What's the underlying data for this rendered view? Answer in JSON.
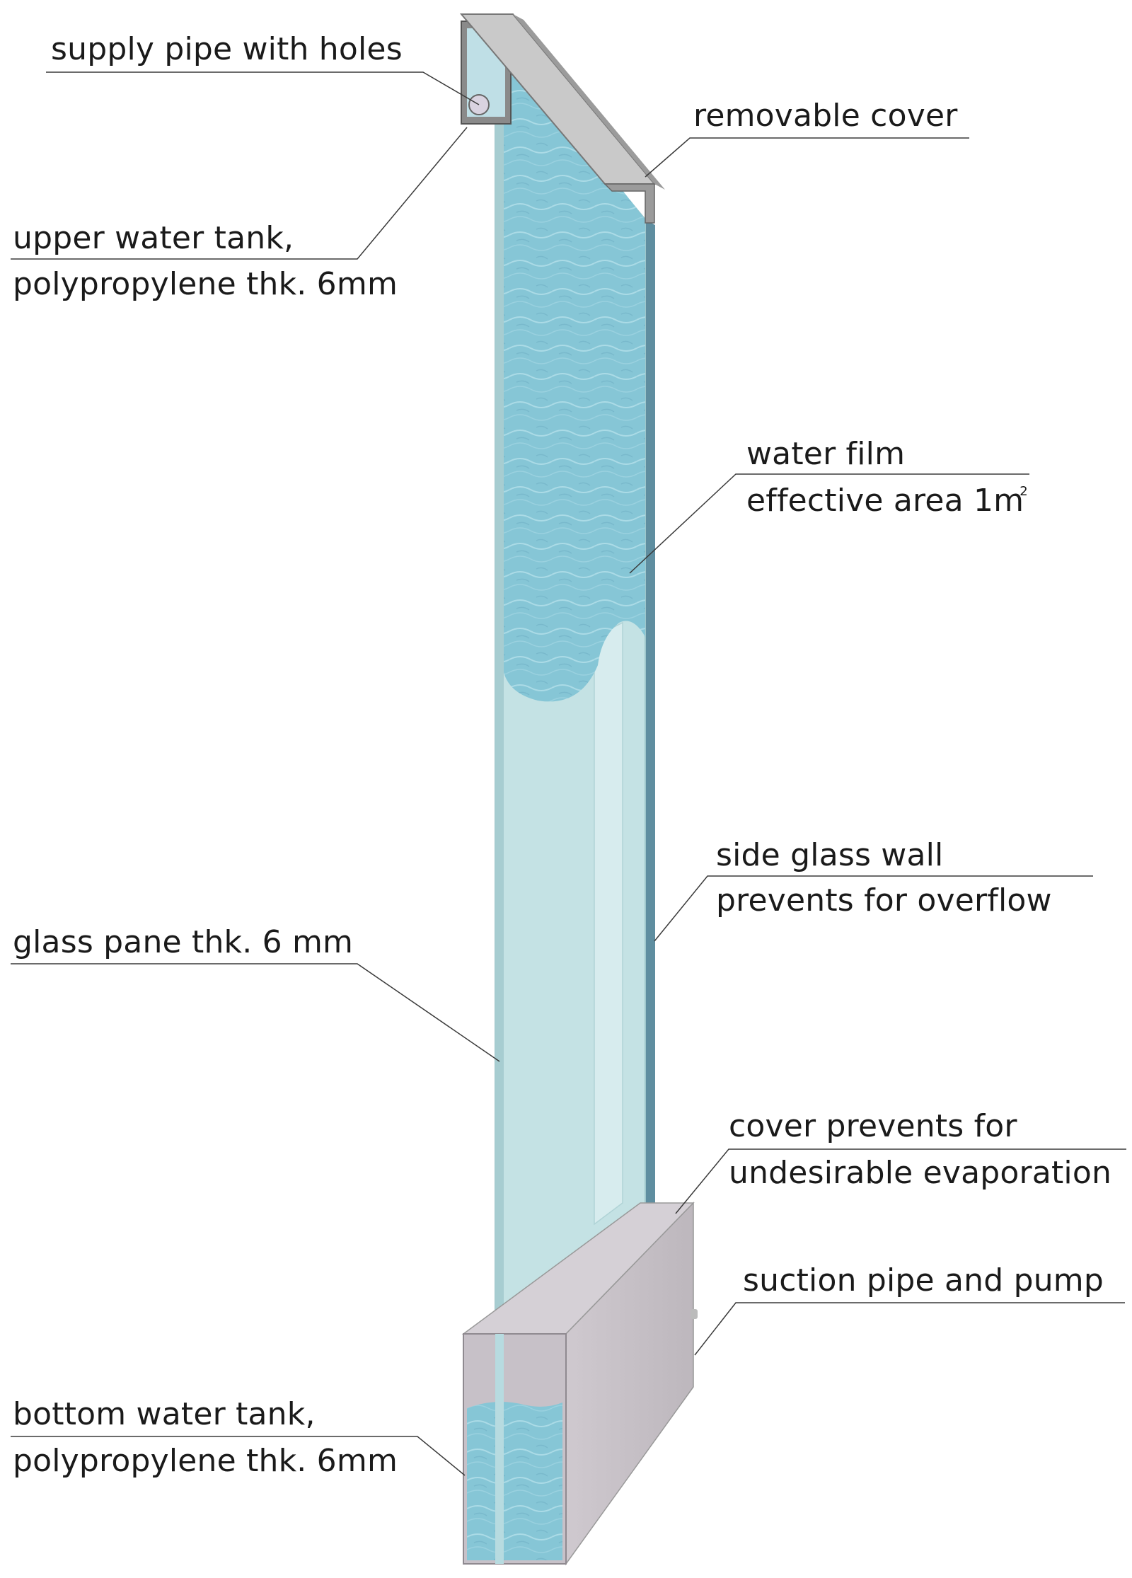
{
  "labels": {
    "supply_pipe": "supply pipe with holes",
    "removable_cover": "removable cover",
    "upper_tank_line1": "upper water tank,",
    "upper_tank_line2": "polypropylene thk. 6mm",
    "water_film_line1": "water film",
    "water_film_line2": "effective area 1m",
    "water_film_sup": "2",
    "side_wall_line1": "side glass wall",
    "side_wall_line2": "prevents for overflow",
    "glass_pane": "glass pane thk. 6 mm",
    "cover_evap_line1": "cover prevents for",
    "cover_evap_line2": "undesirable evaporation",
    "suction": "suction pipe and pump",
    "bottom_tank_line1": "bottom water tank,",
    "bottom_tank_line2": "polypropylene thk. 6mm"
  },
  "colors": {
    "water": "#8cc9d8",
    "water_dark": "#6fb4c8",
    "glass": "#c4e2e4",
    "glass_edge": "#9fc7cb",
    "side_wall": "#5f8ea0",
    "cover_metal": "#9b9b9b",
    "cover_metal_light": "#c9c9c9",
    "tank_grey": "#c8c2c9",
    "tank_dark": "#a7a3a8",
    "leader": "#3a3a3a"
  }
}
